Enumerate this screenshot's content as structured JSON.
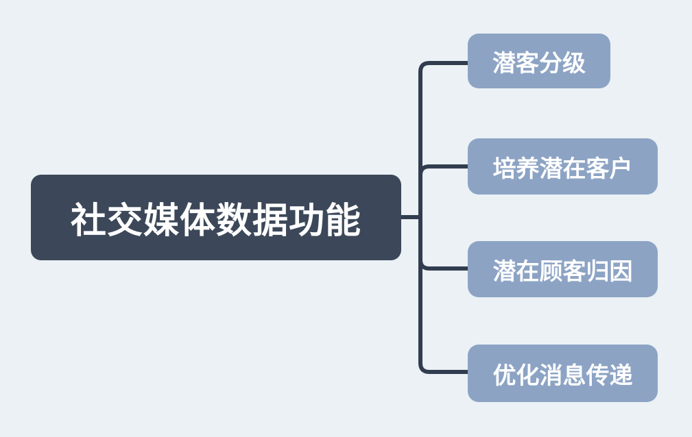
{
  "mindmap": {
    "root": {
      "label": "社交媒体数据功能"
    },
    "children": [
      {
        "label": "潜客分级"
      },
      {
        "label": "培养潜在客户"
      },
      {
        "label": "潜在顾客归因"
      },
      {
        "label": "优化消息传递"
      }
    ]
  },
  "colors": {
    "background": "#ebf1f4",
    "root_node_fill": "#3c4859",
    "root_node_text": "#ffffff",
    "child_node_fill": "#8ca3c4",
    "child_node_text": "#ffffff",
    "connector": "#313d4f"
  }
}
